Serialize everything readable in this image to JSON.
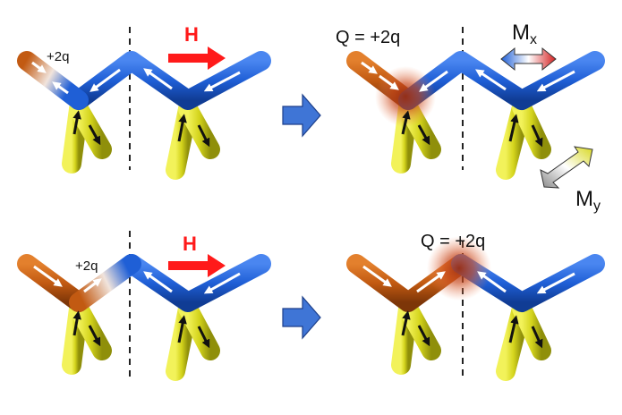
{
  "colors": {
    "blue": "#1f5fd6",
    "orange": "#c25a12",
    "yellow": "#d8d820",
    "red": "#ff1a1a",
    "next_arrow": "#3f75d6"
  },
  "labels": {
    "charge_small": "+2q",
    "charge_q": "Q = +2q",
    "field": "H",
    "mx_main": "M",
    "mx_sub": "x",
    "my_main": "M",
    "my_sub": "y"
  }
}
